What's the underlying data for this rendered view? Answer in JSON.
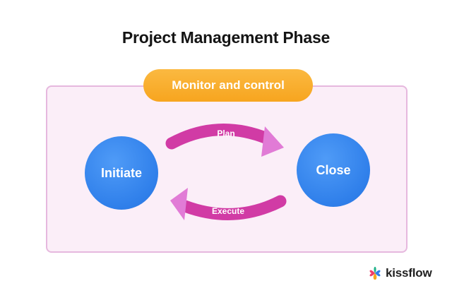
{
  "diagram": {
    "title": "Project Management Phase",
    "control_label": "Monitor and control",
    "nodes": {
      "initiate": "Initiate",
      "close": "Close"
    },
    "arrows": {
      "plan": "Plan",
      "execute": "Execute"
    }
  },
  "brand": {
    "name": "kissflow",
    "logo_icon": "kissflow-logo-icon"
  },
  "colors": {
    "title": "#141414",
    "panel_background": "#fbeef8",
    "panel_border": "#e6b8de",
    "pill": "#f7a51f",
    "node": "#2f7fea",
    "arrow_shaft": "#d13ba5",
    "arrow_head": "#e17bd6"
  }
}
